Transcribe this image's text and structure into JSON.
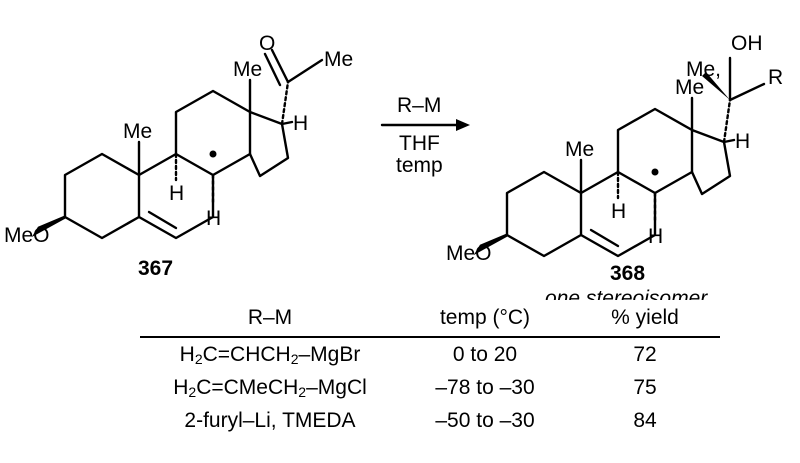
{
  "scheme": {
    "start_substituent_ketone": "O",
    "start_substituent_methyl": "Me",
    "start_c18_methyl": "Me",
    "start_c19_methyl": "Me",
    "start_h17": "H",
    "start_h9": "H",
    "start_h14": "H",
    "start_methoxy": "MeO",
    "start_label": "367",
    "reagent_top": "R–M",
    "reagent_solvent": "THF",
    "reagent_temp": "temp",
    "product_oh": "OH",
    "product_me": "Me,",
    "product_r": "R",
    "product_c18_methyl": "Me",
    "product_c19_methyl": "Me",
    "product_h17": "H",
    "product_h9": "H",
    "product_h14": "H",
    "product_methoxy": "MeO",
    "product_label": "368",
    "product_note": "one stereoisomer"
  },
  "table": {
    "headers": [
      "R–M",
      "temp (°C)",
      "% yield"
    ],
    "rows": [
      {
        "rm_a": "H",
        "rm_sub1": "2",
        "rm_b": "C=CHCH",
        "rm_sub2": "2",
        "rm_c": "–MgBr",
        "temp": "0 to 20",
        "yield": "72"
      },
      {
        "rm_a": "H",
        "rm_sub1": "2",
        "rm_b": "C=CMeCH",
        "rm_sub2": "2",
        "rm_c": "–MgCl",
        "temp": "–78 to –30",
        "yield": "75"
      },
      {
        "rm_a": "2-furyl–Li, TMEDA",
        "rm_sub1": "",
        "rm_b": "",
        "rm_sub2": "",
        "rm_c": "",
        "temp": "–50 to –30",
        "yield": "84"
      }
    ]
  }
}
